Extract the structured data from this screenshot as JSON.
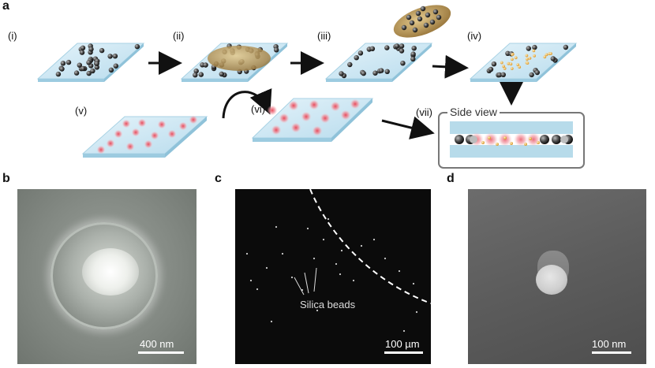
{
  "panel_a": {
    "letter": "a",
    "steps": [
      "(i)",
      "(ii)",
      "(iii)",
      "(iv)",
      "(v)",
      "(vi)",
      "(vii)"
    ],
    "side_view_title": "Side view"
  },
  "panel_b": {
    "letter": "b",
    "scale_label": "400 nm"
  },
  "panel_c": {
    "letter": "c",
    "scale_label": "100 µm",
    "annotation": "Silica beads"
  },
  "panel_d": {
    "letter": "d",
    "scale_label": "100 nm"
  },
  "colors": {
    "glass": "#cfe8f3",
    "glass_edge": "#9ccbe0",
    "bead_dark": "#3a3a3a",
    "bead_gold": "#e8b04a",
    "pdms_brown": "#a8854a",
    "pink_spot": "#e86a78"
  }
}
